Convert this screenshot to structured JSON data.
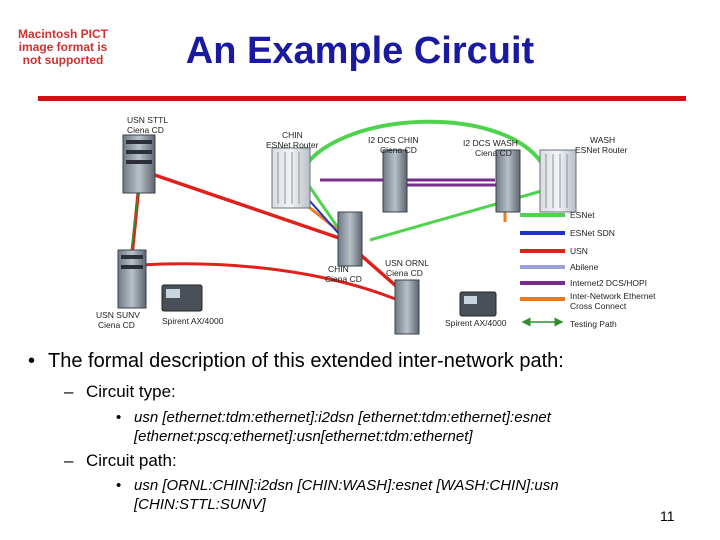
{
  "slide": {
    "pict_note": "Macintosh PICT image format is not supported",
    "title": "An Example Circuit",
    "page_number": "11",
    "colors": {
      "title": "#1a1aa0",
      "rule": "#d01010"
    }
  },
  "diagram": {
    "nodes": {
      "usn_sttl": [
        "USN STTL",
        "Ciena CD"
      ],
      "chin_esnet": [
        "CHIN",
        "ESNet Router"
      ],
      "i2dcs_chin": [
        "I2 DCS  CHIN",
        "Ciena CD"
      ],
      "i2dcs_wash": [
        "I2 DCS WASH",
        "Ciena CD"
      ],
      "wash_esnet": [
        "WASH",
        "ESNet Router"
      ],
      "chin_ciena": [
        "CHIN",
        "Ciena CD"
      ],
      "usn_ornl": [
        "USN ORNL",
        "Ciena CD"
      ],
      "usn_sunv": [
        "USN SUNV",
        "Ciena CD"
      ],
      "spirent_left": "Spirent AX/4000",
      "spirent_right": "Spirent AX/4000"
    },
    "legend": [
      {
        "label": "ESNet",
        "color": "#4fd34f"
      },
      {
        "label": "ESNet SDN",
        "color": "#1f2fc8"
      },
      {
        "label": "USN",
        "color": "#e0201a"
      },
      {
        "label": "Abilene",
        "color": "#9aa0dc"
      },
      {
        "label": "Internet2 DCS/HOPI",
        "color": "#7a2c8c"
      },
      {
        "label": "Inter-Network Ethernet Cross Connect",
        "color": "#f07a18"
      },
      {
        "label": "Testing Path",
        "color": "#2f8f2f"
      }
    ]
  },
  "bullets": {
    "main": "The formal description of this extended inter-network path:",
    "type_label": "Circuit type:",
    "type_value": "usn [ethernet:tdm:ethernet]:i2dsn [ethernet:tdm:ethernet]:esnet [ethernet:pscq:ethernet]:usn[ethernet:tdm:ethernet]",
    "path_label": "Circuit path:",
    "path_value": "usn [ORNL:CHIN]:i2dsn [CHIN:WASH]:esnet [WASH:CHIN]:usn [CHIN:STTL:SUNV]"
  }
}
